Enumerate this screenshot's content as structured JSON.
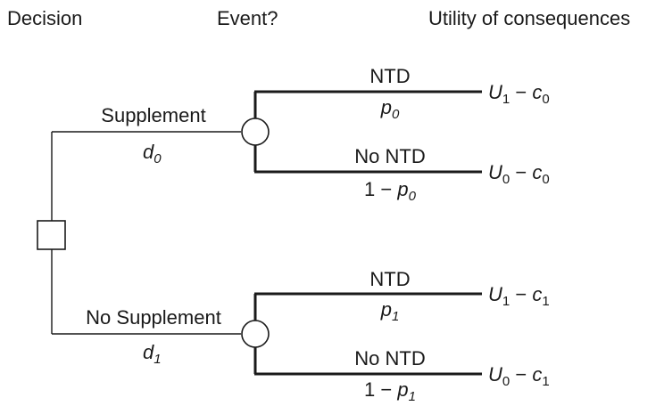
{
  "headers": {
    "decision": "Decision",
    "event": "Event?",
    "utility": "Utility of consequences"
  },
  "decisions": [
    {
      "label": "Supplement",
      "symbol": {
        "base": "d",
        "sub": "0"
      }
    },
    {
      "label": "No Supplement",
      "symbol": {
        "base": "d",
        "sub": "1"
      }
    }
  ],
  "events": [
    {
      "label": "NTD",
      "prob": {
        "prefix": "",
        "base": "p",
        "sub": "0"
      },
      "utility": {
        "u": "U",
        "usub": "1",
        "op": " − ",
        "c": "c",
        "csub": "0"
      }
    },
    {
      "label": "No NTD",
      "prob": {
        "prefix": "1 − ",
        "base": "p",
        "sub": "0"
      },
      "utility": {
        "u": "U",
        "usub": "0",
        "op": " − ",
        "c": "c",
        "csub": "0"
      }
    },
    {
      "label": "NTD",
      "prob": {
        "prefix": "",
        "base": "p",
        "sub": "1"
      },
      "utility": {
        "u": "U",
        "usub": "1",
        "op": " − ",
        "c": "c",
        "csub": "1"
      }
    },
    {
      "label": "No NTD",
      "prob": {
        "prefix": "1 − ",
        "base": "p",
        "sub": "1"
      },
      "utility": {
        "u": "U",
        "usub": "0",
        "op": " − ",
        "c": "c",
        "csub": "1"
      }
    }
  ]
}
